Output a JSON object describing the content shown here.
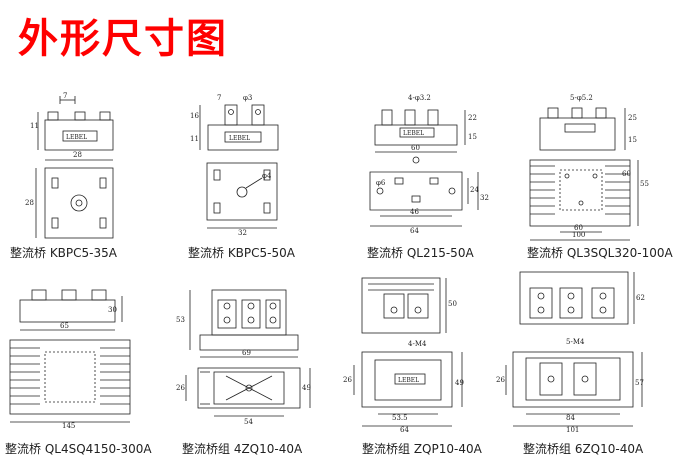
{
  "page_title": "外形尺寸图",
  "panels": [
    {
      "caption": "整流桥 KBPC5-35A",
      "dims": [
        "7",
        "11",
        "28",
        "28"
      ],
      "label": "LEBEL"
    },
    {
      "caption": "整流桥 KBPC5-50A",
      "dims": [
        "7",
        "φ3",
        "16",
        "11",
        "φ4",
        "32"
      ],
      "label": "LEBEL"
    },
    {
      "caption": "整流桥 QL215-50A",
      "dims": [
        "4-φ3.2",
        "22",
        "15",
        "60",
        "φ6",
        "24",
        "32",
        "46",
        "64"
      ],
      "label": "LEBEL"
    },
    {
      "caption": "整流桥 QL3SQL320-100A",
      "dims": [
        "5-φ5.2",
        "25",
        "15",
        "55",
        "60",
        "60",
        "100"
      ],
      "label": "LEBEL"
    },
    {
      "caption": "整流桥 QL4SQ4150-300A",
      "dims": [
        "30",
        "65",
        "145"
      ],
      "label": ""
    },
    {
      "caption": "整流桥组 4ZQ10-40A",
      "dims": [
        "53",
        "69",
        "26",
        "49",
        "54"
      ],
      "label": ""
    },
    {
      "caption": "整流桥组 ZQP10-40A",
      "dims": [
        "50",
        "4-M4",
        "26",
        "49",
        "53.5",
        "64"
      ],
      "label": "LEBEL"
    },
    {
      "caption": "整流桥组 6ZQ10-40A",
      "dims": [
        "62",
        "5-M4",
        "26",
        "57",
        "84",
        "101"
      ],
      "label": ""
    }
  ]
}
